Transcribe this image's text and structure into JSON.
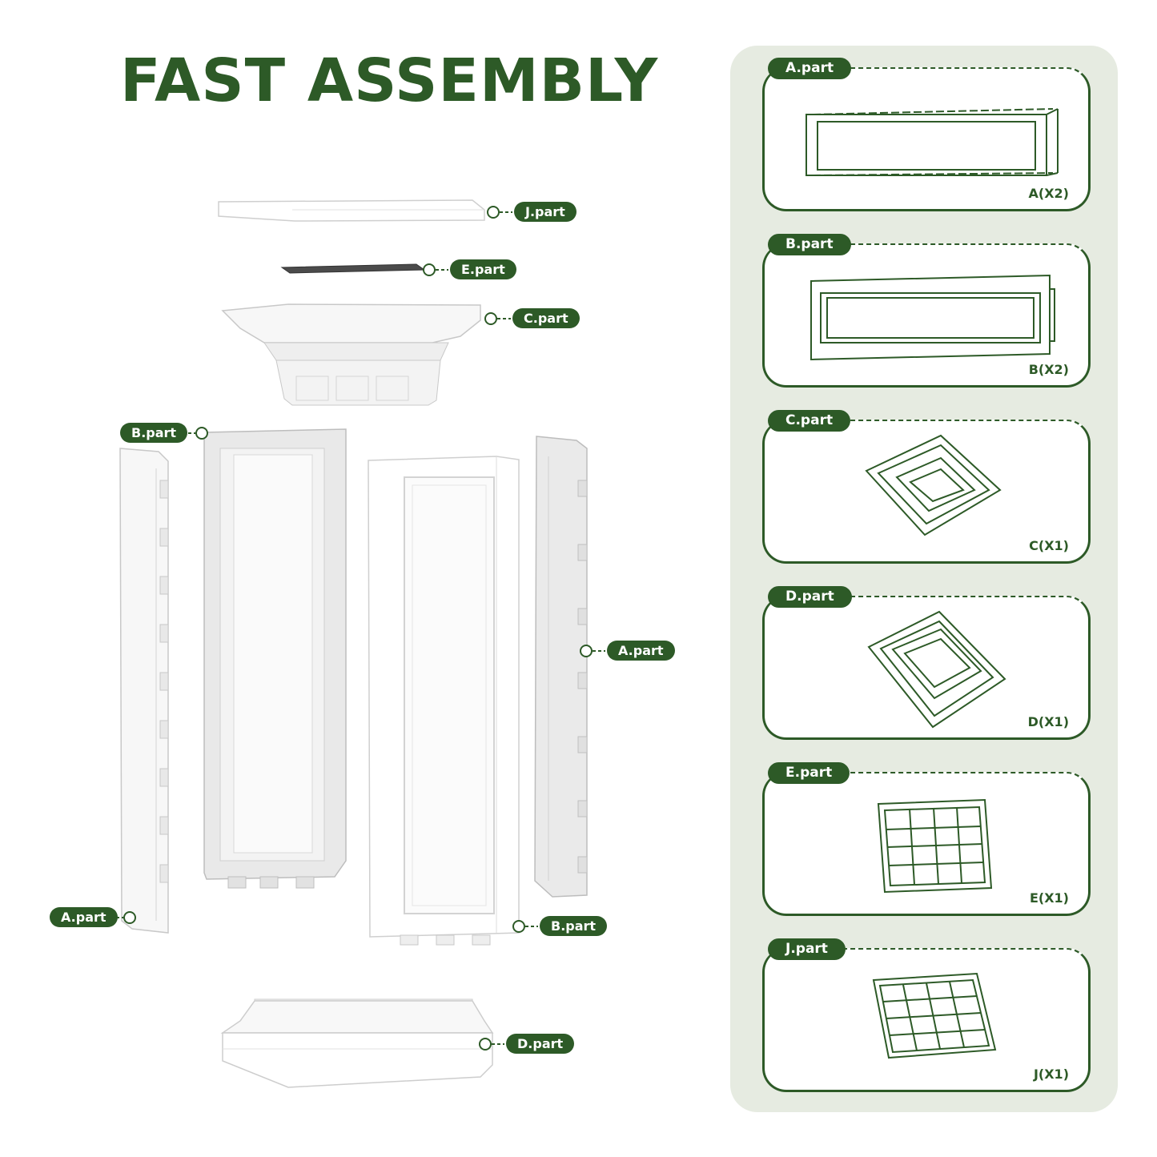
{
  "title": "FAST ASSEMBLY",
  "colors": {
    "accent": "#2d5a27",
    "panel_bg": "#e6ebe1",
    "part_fill": "#f7f7f7",
    "part_stroke": "#c8c8c8"
  },
  "callouts": [
    {
      "id": "j",
      "label": "J.part"
    },
    {
      "id": "e",
      "label": "E.part"
    },
    {
      "id": "c",
      "label": "C.part"
    },
    {
      "id": "b1",
      "label": "B.part"
    },
    {
      "id": "a1",
      "label": "A.part"
    },
    {
      "id": "a2",
      "label": "A.part"
    },
    {
      "id": "b2",
      "label": "B.part"
    },
    {
      "id": "d",
      "label": "D.part"
    }
  ],
  "parts_list": [
    {
      "label": "A.part",
      "qty": "A(X2)"
    },
    {
      "label": "B.part",
      "qty": "B(X2)"
    },
    {
      "label": "C.part",
      "qty": "C(X1)"
    },
    {
      "label": "D.part",
      "qty": "D(X1)"
    },
    {
      "label": "E.part",
      "qty": "E(X1)"
    },
    {
      "label": "J.part",
      "qty": "J(X1)"
    }
  ]
}
